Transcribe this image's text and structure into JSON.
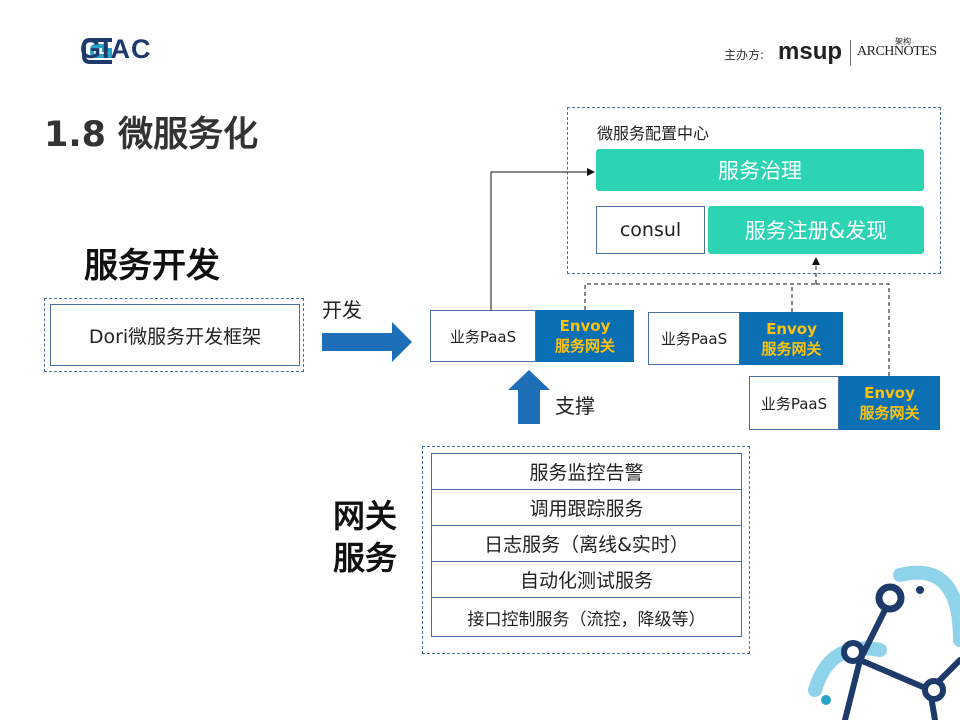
{
  "header": {
    "logo_text": "GIAC",
    "sponsor_label": "主办方:",
    "sponsor_msup": "msup",
    "sponsor_archnotes": "ARCHNOTES",
    "sponsor_archnotes_small": "架构"
  },
  "title": "1.8 微服务化",
  "sections": {
    "dev": "服务开发",
    "gateway_line1": "网关",
    "gateway_line2": "服务"
  },
  "dori_framework": "Dori微服务开发框架",
  "arrows": {
    "develop": "开发",
    "support": "支撑"
  },
  "config_center": {
    "title": "微服务配置中心",
    "governance": "服务治理",
    "consul": "consul",
    "registry": "服务注册&发现"
  },
  "paas": [
    {
      "label": "业务PaaS",
      "envoy_line1": "Envoy",
      "envoy_line2": "服务网关"
    },
    {
      "label": "业务PaaS",
      "envoy_line1": "Envoy",
      "envoy_line2": "服务网关"
    },
    {
      "label": "业务PaaS",
      "envoy_line1": "Envoy",
      "envoy_line2": "服务网关"
    }
  ],
  "gateway_services": [
    "服务监控告警",
    "调用跟踪服务",
    "日志服务（离线&实时）",
    "自动化测试服务",
    "接口控制服务（流控，降级等）"
  ],
  "colors": {
    "teal": "#2dd4b4",
    "envoy_blue": "#0a6fb3",
    "envoy_text": "#fec20d",
    "arrow_blue": "#1f6fb8",
    "logo_navy": "#1d3a6b"
  }
}
